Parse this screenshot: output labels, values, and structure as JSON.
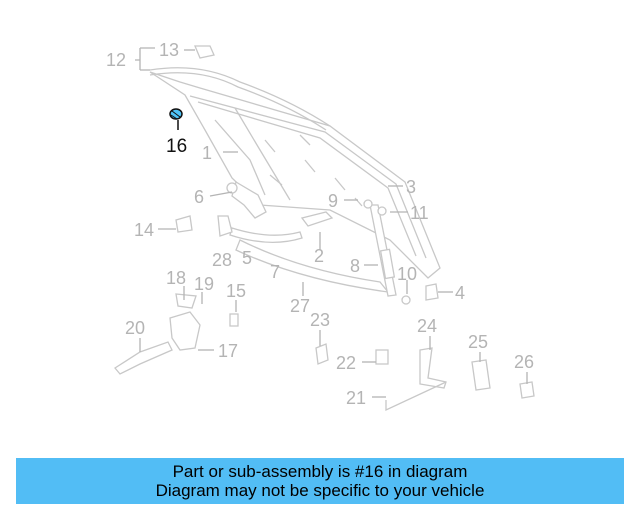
{
  "diagram": {
    "highlighted_part": "16",
    "callouts": [
      "12",
      "13",
      "16",
      "1",
      "3",
      "6",
      "9",
      "11",
      "14",
      "28",
      "5",
      "2",
      "7",
      "8",
      "10",
      "4",
      "18",
      "19",
      "15",
      "27",
      "23",
      "24",
      "25",
      "20",
      "17",
      "22",
      "26",
      "21"
    ]
  },
  "banner": {
    "line1": "Part or sub-assembly is #16 in diagram",
    "line2": "Diagram may not be specific to your vehicle"
  },
  "colors": {
    "banner_bg": "#52bdf5",
    "highlight_part": "#4fc3f7",
    "line_art": "#c8c8c8",
    "callout_text": "#b4b4b4"
  }
}
